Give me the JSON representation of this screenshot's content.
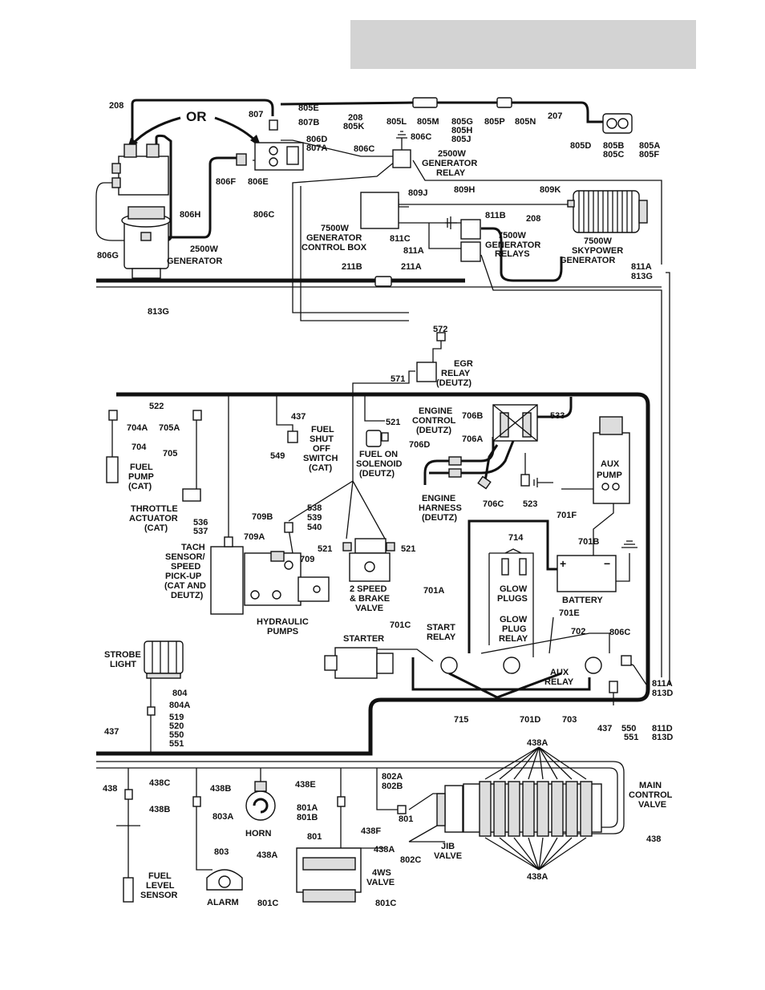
{
  "labels": {
    "or": "OR",
    "w208a": "208",
    "w807": "807",
    "w805e": "805E",
    "w807b": "807B",
    "w208b": "208",
    "w805k": "805K",
    "w805l": "805L",
    "w805m": "805M",
    "w805g": "805G",
    "w805h": "805H",
    "w805j": "805J",
    "w805p": "805P",
    "w805n": "805N",
    "w207": "207",
    "w806d": "806D",
    "w807a": "807A",
    "w806c_a": "806C",
    "w806c_b": "806C",
    "w806f": "806F",
    "w806e": "806E",
    "w806h": "806H",
    "w806c_c": "806C",
    "w806g": "806G",
    "w805d": "805D",
    "w805b": "805B",
    "w805c": "805C",
    "w805a": "805A",
    "w805f": "805F",
    "gen2500_1": "2500W",
    "gen2500_2": "GENERATOR",
    "relay2500_1": "2500W",
    "relay2500_2": "GENERATOR",
    "relay2500_3": "RELAY",
    "w809j": "809J",
    "w809h": "809H",
    "w809k": "809K",
    "w811b": "811B",
    "w208c": "208",
    "w811c": "811C",
    "w811a_a": "811A",
    "cb7500_1": "7500W",
    "cb7500_2": "GENERATOR",
    "cb7500_3": "CONTROL BOX",
    "rel7500_1": "7500W",
    "rel7500_2": "GENERATOR",
    "rel7500_3": "RELAYS",
    "sky_1": "7500W",
    "sky_2": "SKYPOWER",
    "sky_3": "GENERATOR",
    "w811a_b": "811A",
    "w813g_a": "813G",
    "w211b": "211B",
    "w211a": "211A",
    "w813g_b": "813G",
    "w572": "572",
    "w571": "571",
    "egr_1": "EGR",
    "egr_2": "RELAY",
    "egr_3": "(DEUTZ)",
    "w522": "522",
    "w704a": "704A",
    "w705a": "705A",
    "w704": "704",
    "w705": "705",
    "fp_1": "FUEL",
    "fp_2": "PUMP",
    "fp_3": "(CAT)",
    "ta_1": "THROTTLE",
    "ta_2": "ACTUATOR",
    "ta_3": "(CAT)",
    "w437a": "437",
    "fs_1": "FUEL",
    "fs_2": "SHUT",
    "fs_3": "OFF",
    "fs_4": "SWITCH",
    "fs_5": "(CAT)",
    "w549": "549",
    "w521a": "521",
    "fo_1": "FUEL ON",
    "fo_2": "SOLENOID",
    "fo_3": "(DEUTZ)",
    "ec_1": "ENGINE",
    "ec_2": "CONTROL",
    "ec_3": "(DEUTZ)",
    "w706b": "706B",
    "w533": "533",
    "w706a": "706A",
    "w706d": "706D",
    "eh_1": "ENGINE",
    "eh_2": "HARNESS",
    "eh_3": "(DEUTZ)",
    "w706c": "706C",
    "w523": "523",
    "w701f": "701F",
    "aux_1": "AUX",
    "aux_2": "PUMP",
    "w536": "536",
    "w537": "537",
    "w538": "538",
    "w539": "539",
    "w540": "540",
    "w709b": "709B",
    "w709a": "709A",
    "w709": "709",
    "ts_1": "TACH",
    "ts_2": "SENSOR/",
    "ts_3": "SPEED",
    "ts_4": "PICK-UP",
    "ts_5": "(CAT AND",
    "ts_6": "DEUTZ)",
    "w521b": "521",
    "w521c": "521",
    "sb_1": "2 SPEED",
    "sb_2": "& BRAKE",
    "sb_3": "VALVE",
    "hp_1": "HYDRAULIC",
    "hp_2": "PUMPS",
    "w714": "714",
    "w701b": "701B",
    "w701a": "701A",
    "gp_1": "GLOW",
    "gp_2": "PLUGS",
    "gpr_1": "GLOW",
    "gpr_2": "PLUG",
    "gpr_3": "RELAY",
    "bat": "BATTERY",
    "plus": "+",
    "minus": "−",
    "w701e": "701E",
    "w701c": "701C",
    "sr_1": "START",
    "sr_2": "RELAY",
    "starter": "STARTER",
    "w702": "702",
    "w806c_d": "806C",
    "ar_1": "AUX",
    "ar_2": "RELAY",
    "w811a_c": "811A",
    "w813d_a": "813D",
    "strobe_1": "STROBE",
    "strobe_2": "LIGHT",
    "w804": "804",
    "w804a": "804A",
    "w519": "519",
    "w520": "520",
    "w550a": "550",
    "w551a": "551",
    "w715": "715",
    "w701d": "701D",
    "w703": "703",
    "w437b": "437",
    "w550b": "550",
    "w551b": "551",
    "w811d": "811D",
    "w813d_b": "813D",
    "w437c": "437",
    "w438a": "438",
    "w438c": "438C",
    "w438b_a": "438B",
    "w438b_b": "438B",
    "w803a": "803A",
    "w438e": "438E",
    "w801a": "801A",
    "w801b": "801B",
    "w802a": "802A",
    "w802b": "802B",
    "w438a_top": "438A",
    "w438f": "438F",
    "w801": "801",
    "w801_b": "801",
    "mcv_1": "MAIN",
    "mcv_2": "CONTROL",
    "mcv_3": "VALVE",
    "w438_b": "438",
    "fl_1": "FUEL",
    "fl_2": "LEVEL",
    "fl_3": "SENSOR",
    "horn": "HORN",
    "w803": "803",
    "alarm": "ALARM",
    "w438a_l": "438A",
    "w438a_r": "438A",
    "ws_1": "4WS",
    "ws_2": "VALVE",
    "w801c_l": "801C",
    "w801c_r": "801C",
    "jib_1": "JIB",
    "jib_2": "VALVE",
    "w802c": "802C",
    "w438a_bot": "438A"
  }
}
